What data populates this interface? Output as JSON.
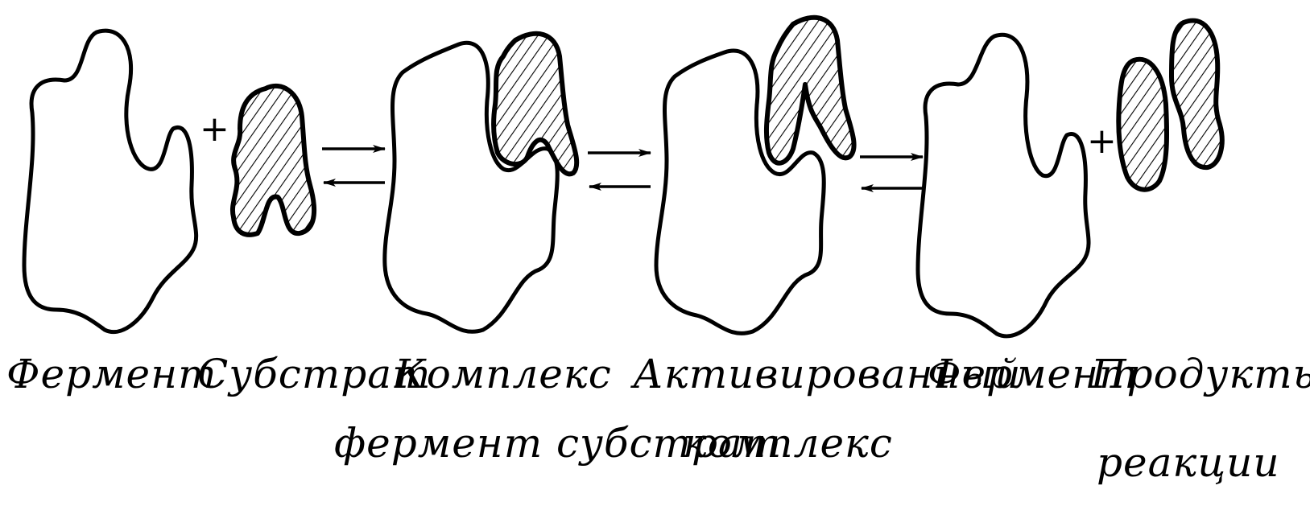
{
  "diagram": {
    "stages": [
      {
        "id": "enzyme",
        "label_line1": "Фермент",
        "label_line2": ""
      },
      {
        "id": "substrate",
        "label_line1": "Субстрат",
        "label_line2": ""
      },
      {
        "id": "complex",
        "label_line1": "Комплекс",
        "label_line2": "фермент субстрат"
      },
      {
        "id": "activated",
        "label_line1": "Активированный",
        "label_line2": "комплекс"
      },
      {
        "id": "enzyme2",
        "label_line1": "Фермент",
        "label_line2": ""
      },
      {
        "id": "products",
        "label_line1": "Продукты",
        "label_line2": "реакции"
      }
    ],
    "plus_signs": [
      "+",
      "+"
    ],
    "colors": {
      "stroke": "#000000",
      "background": "#ffffff"
    }
  }
}
